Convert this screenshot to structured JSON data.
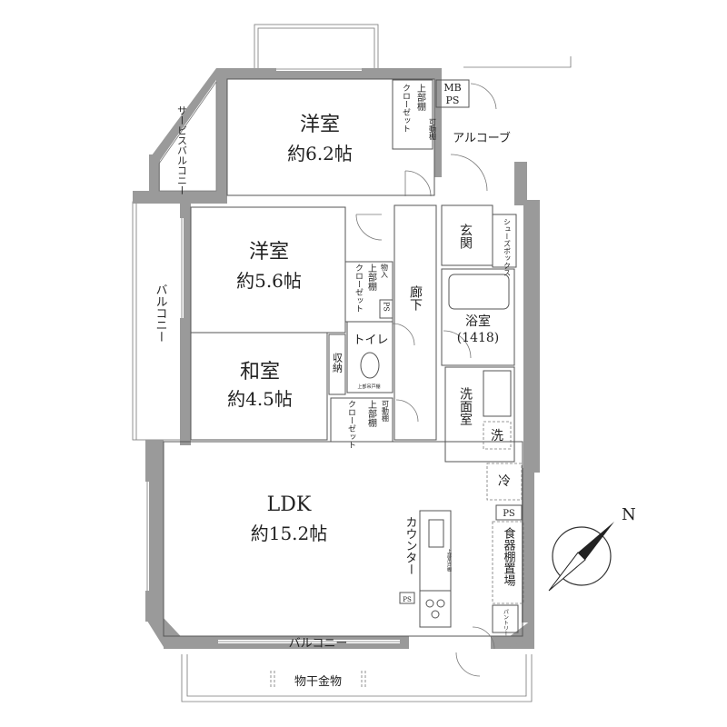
{
  "rooms": {
    "western1": {
      "name": "洋室",
      "size": "約6.2帖"
    },
    "western2": {
      "name": "洋室",
      "size": "約5.6帖"
    },
    "japanese": {
      "name": "和室",
      "size": "約4.5帖"
    },
    "ldk": {
      "name": "LDK",
      "size": "約15.2帖"
    },
    "bath": {
      "name": "浴室",
      "size": "(1418)"
    },
    "toilet": "トイレ",
    "washroom": "洗面室",
    "entrance": "玄関",
    "corridor": "廊下",
    "alcove": "アルコーブ"
  },
  "fixtures": {
    "upper_shelf": "上部棚",
    "closet": "クローゼット",
    "movable_shelf": "可動棚",
    "storage": "物入",
    "shuno": "収納",
    "ps": "PS",
    "mb_ps_top": "MB",
    "mb_ps_bottom": "PS",
    "shoe_box": "シューズボックス",
    "washer": "洗",
    "fridge": "冷",
    "counter": "カウンター",
    "dish_shelf": "食器棚置場",
    "pantry": "パントリー",
    "upper_cabinet": "上部吊戸棚",
    "upper_cabinet_small": "上部吊戸棚"
  },
  "outdoor": {
    "service_balcony": "サービスバルコニー",
    "balcony_left": "バルコニー",
    "balcony_bottom": "バルコニー",
    "drying_hardware": "物干金物"
  },
  "compass": {
    "label": "N"
  }
}
